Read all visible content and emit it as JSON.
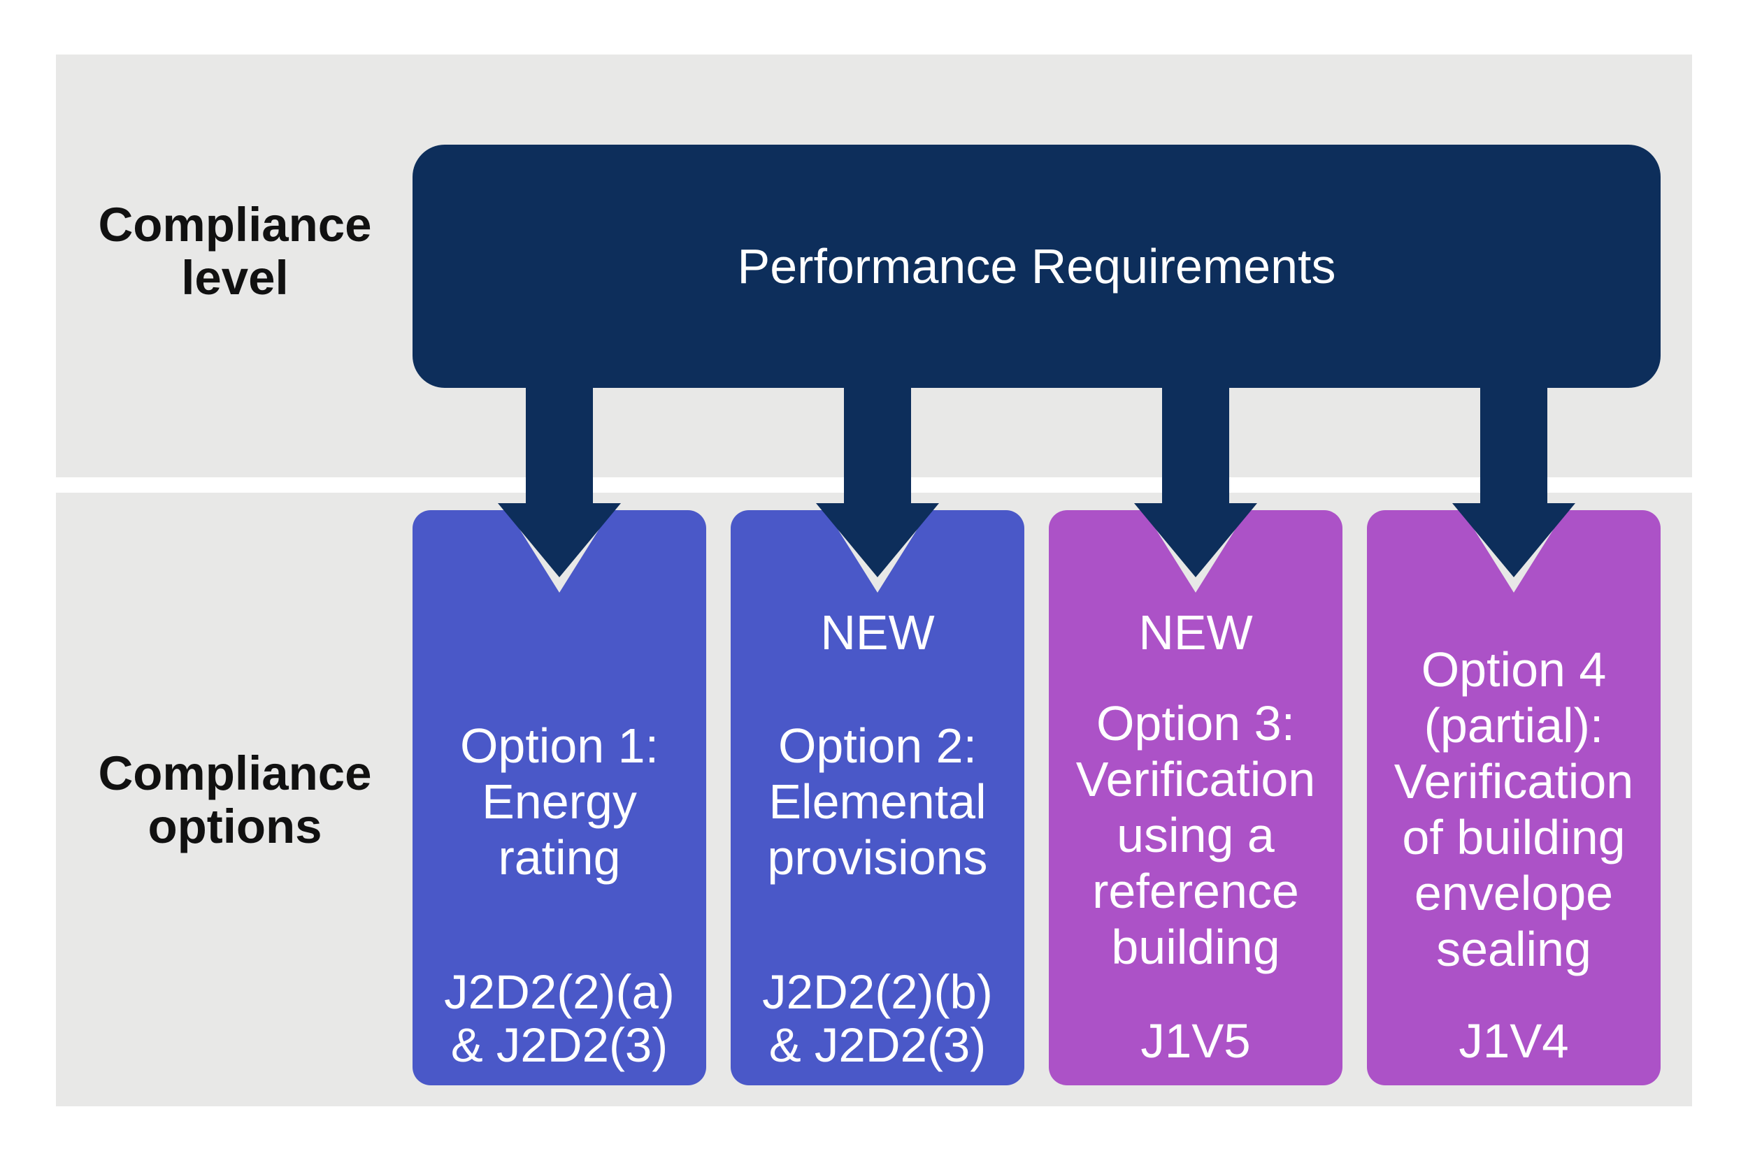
{
  "labels": {
    "level_lines": [
      "Compliance",
      "level"
    ],
    "options_lines": [
      "Compliance",
      "options"
    ]
  },
  "performance": {
    "title": "Performance Requirements"
  },
  "options": [
    {
      "badge": "",
      "title_lines": [
        "Option 1:",
        "Energy",
        "rating"
      ],
      "code_lines": [
        "J2D2(2)(a)",
        "& J2D2(3)"
      ],
      "color": "#4A58C8"
    },
    {
      "badge": "NEW",
      "title_lines": [
        "Option 2:",
        "Elemental",
        "provisions"
      ],
      "code_lines": [
        "J2D2(2)(b)",
        "& J2D2(3)"
      ],
      "color": "#4A58C8"
    },
    {
      "badge": "NEW",
      "title_lines": [
        "Option 3:",
        "Verification",
        "using a",
        "reference",
        "building"
      ],
      "code_lines": [
        "J1V5"
      ],
      "color": "#AC52C7"
    },
    {
      "badge": "",
      "title_lines": [
        "Option 4",
        "(partial):",
        "Verification",
        "of building",
        "envelope",
        "sealing"
      ],
      "code_lines": [
        "J1V4"
      ],
      "color": "#AC52C7"
    }
  ],
  "colors": {
    "navy": "#0D2E5B",
    "band": "#E8E8E7",
    "ink": "#111111",
    "option_blue": "#4A58C8",
    "option_purple": "#AC52C7"
  }
}
